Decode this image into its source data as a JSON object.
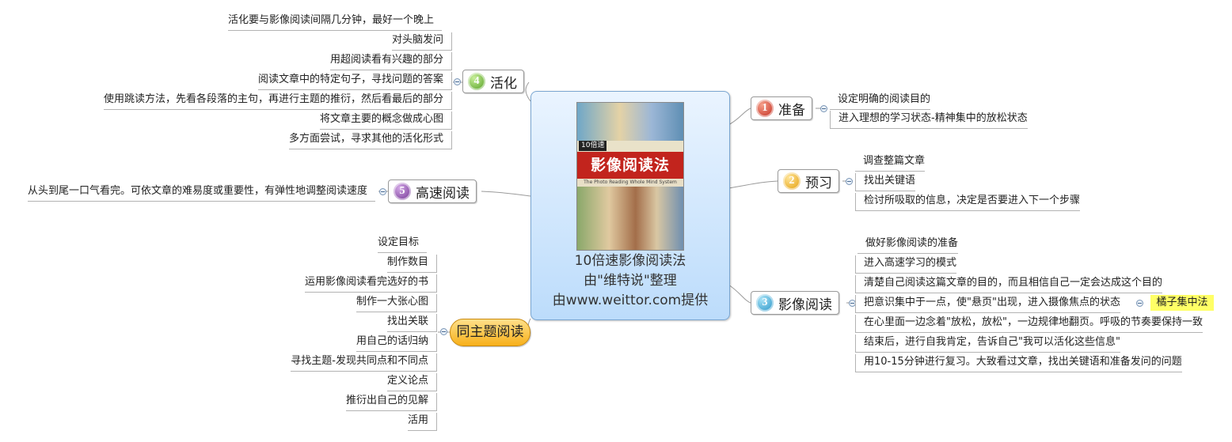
{
  "center": {
    "cover_title": "影像阅读法",
    "cover_tag": "10倍速",
    "cover_subtitle": "The Photo Reading Whole Mind System",
    "line1": "10倍速影像阅读法",
    "line2": "由\"维特说\"整理",
    "line3": "由www.weittor.com提供"
  },
  "topics": {
    "t1": {
      "number": "1",
      "label": "准备",
      "items": [
        "设定明确的阅读目的",
        "进入理想的学习状态-精神集中的放松状态"
      ]
    },
    "t2": {
      "number": "2",
      "label": "预习",
      "items": [
        "调查整篇文章",
        "找出关键语",
        "检讨所吸取的信息，决定是否要进入下一个步骤"
      ]
    },
    "t3": {
      "number": "3",
      "label": "影像阅读",
      "items": [
        "做好影像阅读的准备",
        "进入高速学习的模式",
        "清楚自己阅读这篇文章的目的，而且相信自己一定会达成这个目的",
        "把意识集中于一点，使\"悬页\"出现，进入摄像焦点的状态",
        "在心里面一边念着\"放松，放松\"，一边规律地翻页。呼吸的节奏要保持一致",
        "结束后，进行自我肯定，告诉自己\"我可以活化这些信息\"",
        "用10-15分钟进行复习。大致看过文章，找出关键语和准备发问的问题"
      ],
      "tag": "橘子集中法"
    },
    "t4": {
      "number": "4",
      "label": "活化",
      "items": [
        "活化要与影像阅读间隔几分钟，最好一个晚上",
        "对头脑发问",
        "用超阅读看有兴趣的部分",
        "阅读文章中的特定句子，寻找问题的答案",
        "使用跳读方法，先看各段落的主句，再进行主题的推衍，然后看最后的部分",
        "将文章主要的概念做成心图",
        "多方面尝试，寻求其他的活化形式"
      ]
    },
    "t5": {
      "number": "5",
      "label": "高速阅读",
      "items": [
        "从头到尾一口气看完。可依文章的难易度或重要性，有弹性地调整阅读速度"
      ]
    },
    "t6": {
      "label": "同主题阅读",
      "items": [
        "设定目标",
        "制作数目",
        "运用影像阅读看完选好的书",
        "制作一大张心图",
        "找出关联",
        "用自己的话归纳",
        "寻找主题-发现共同点和不同点",
        "定义论点",
        "推衍出自己的见解",
        "活用"
      ]
    }
  },
  "colors": {
    "line": "#9a9a9a",
    "center_bg": "#cfe6fd",
    "oval": "#f7b01a",
    "tag": "#ffff66"
  }
}
